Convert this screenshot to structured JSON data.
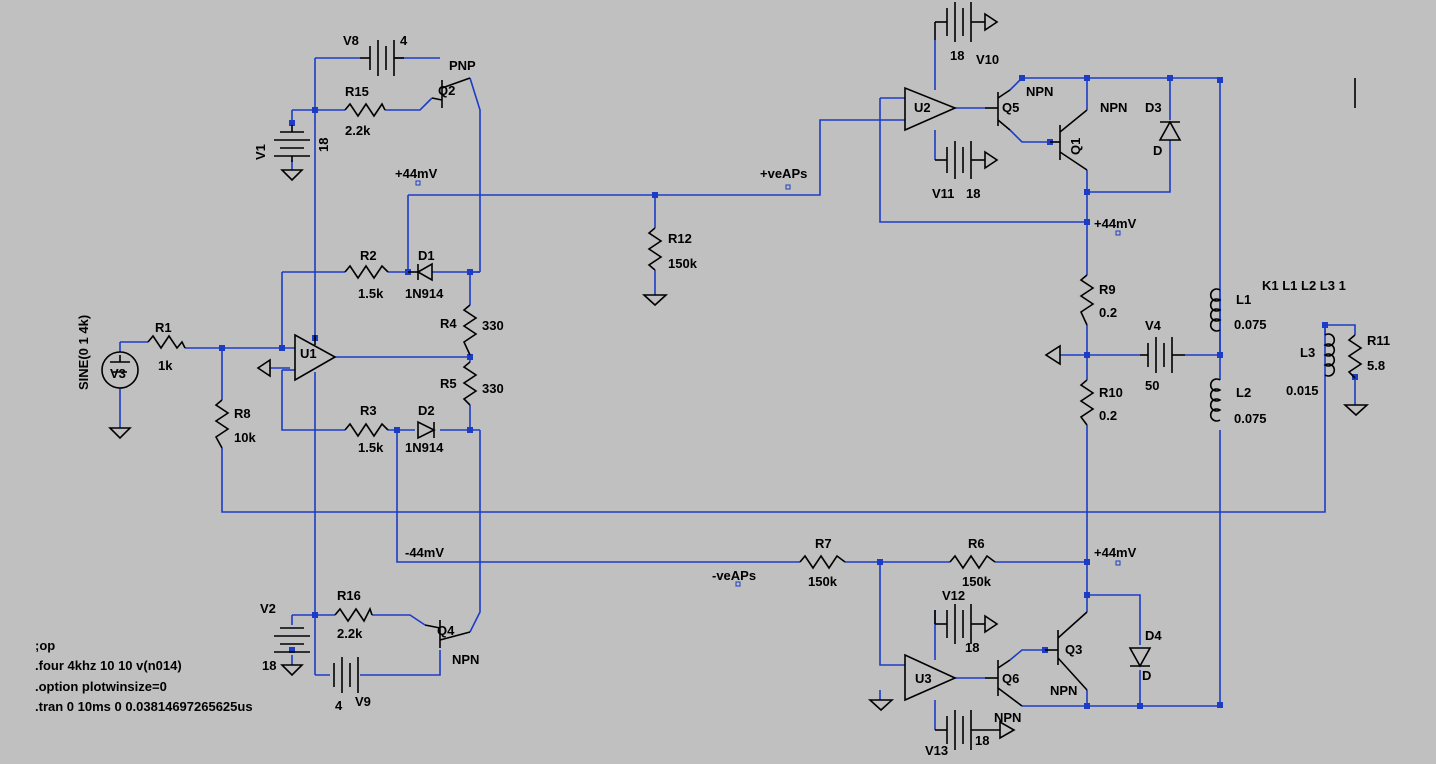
{
  "components": {
    "V8": {
      "name": "V8",
      "value": "4"
    },
    "V1": {
      "name": "V1",
      "value": "18"
    },
    "V2": {
      "name": "V2",
      "value": "18"
    },
    "V3": {
      "name": "V3",
      "value": "SINE(0 1 4k)"
    },
    "V4": {
      "name": "V4",
      "value": "50"
    },
    "V9": {
      "name": "V9",
      "value": "4"
    },
    "V10": {
      "name": "V10",
      "value": "18"
    },
    "V11": {
      "name": "V11",
      "value": "18"
    },
    "V12": {
      "name": "V12",
      "value": "18"
    },
    "V13": {
      "name": "V13",
      "value": "18"
    },
    "R1": {
      "name": "R1",
      "value": "1k"
    },
    "R2": {
      "name": "R2",
      "value": "1.5k"
    },
    "R3": {
      "name": "R3",
      "value": "1.5k"
    },
    "R4": {
      "name": "R4",
      "value": "330"
    },
    "R5": {
      "name": "R5",
      "value": "330"
    },
    "R6": {
      "name": "R6",
      "value": "150k"
    },
    "R7": {
      "name": "R7",
      "value": "150k"
    },
    "R8": {
      "name": "R8",
      "value": "10k"
    },
    "R9": {
      "name": "R9",
      "value": "0.2"
    },
    "R10": {
      "name": "R10",
      "value": "0.2"
    },
    "R11": {
      "name": "R11",
      "value": "5.8"
    },
    "R12": {
      "name": "R12",
      "value": "150k"
    },
    "R15": {
      "name": "R15",
      "value": "2.2k"
    },
    "R16": {
      "name": "R16",
      "value": "2.2k"
    },
    "D1": {
      "name": "D1",
      "value": "1N914"
    },
    "D2": {
      "name": "D2",
      "value": "1N914"
    },
    "D3": {
      "name": "D3",
      "value": "D"
    },
    "D4": {
      "name": "D4",
      "value": "D"
    },
    "Q1": {
      "name": "Q1",
      "value": "NPN"
    },
    "Q2": {
      "name": "Q2",
      "value": "PNP"
    },
    "Q3": {
      "name": "Q3",
      "value": "NPN"
    },
    "Q4": {
      "name": "Q4",
      "value": "NPN"
    },
    "Q5": {
      "name": "Q5",
      "value": "NPN"
    },
    "Q6": {
      "name": "Q6",
      "value": "NPN"
    },
    "U1": {
      "name": "U1"
    },
    "U2": {
      "name": "U2"
    },
    "U3": {
      "name": "U3"
    },
    "L1": {
      "name": "L1",
      "value": "0.075"
    },
    "L2": {
      "name": "L2",
      "value": "0.075"
    },
    "L3": {
      "name": "L3",
      "value": "0.015"
    }
  },
  "coupling": "K1 L1 L2 L3 1",
  "net_labels": {
    "pos_44mv_top": "+44mV",
    "pos_veaps": "+veAPs",
    "pos_44mv_right": "+44mV",
    "neg_44mv": "-44mV",
    "neg_veaps": "-veAPs",
    "pos_44mv_bottom": "+44mV"
  },
  "directives": [
    ";op",
    ".four 4khz 10 10 v(n014)",
    ".option plotwinsize=0",
    ".tran 0 10ms 0 0.03814697265625us"
  ],
  "colors": {
    "background": "#c0c0c0",
    "wire": "#1c3cc6",
    "component": "#000000"
  }
}
